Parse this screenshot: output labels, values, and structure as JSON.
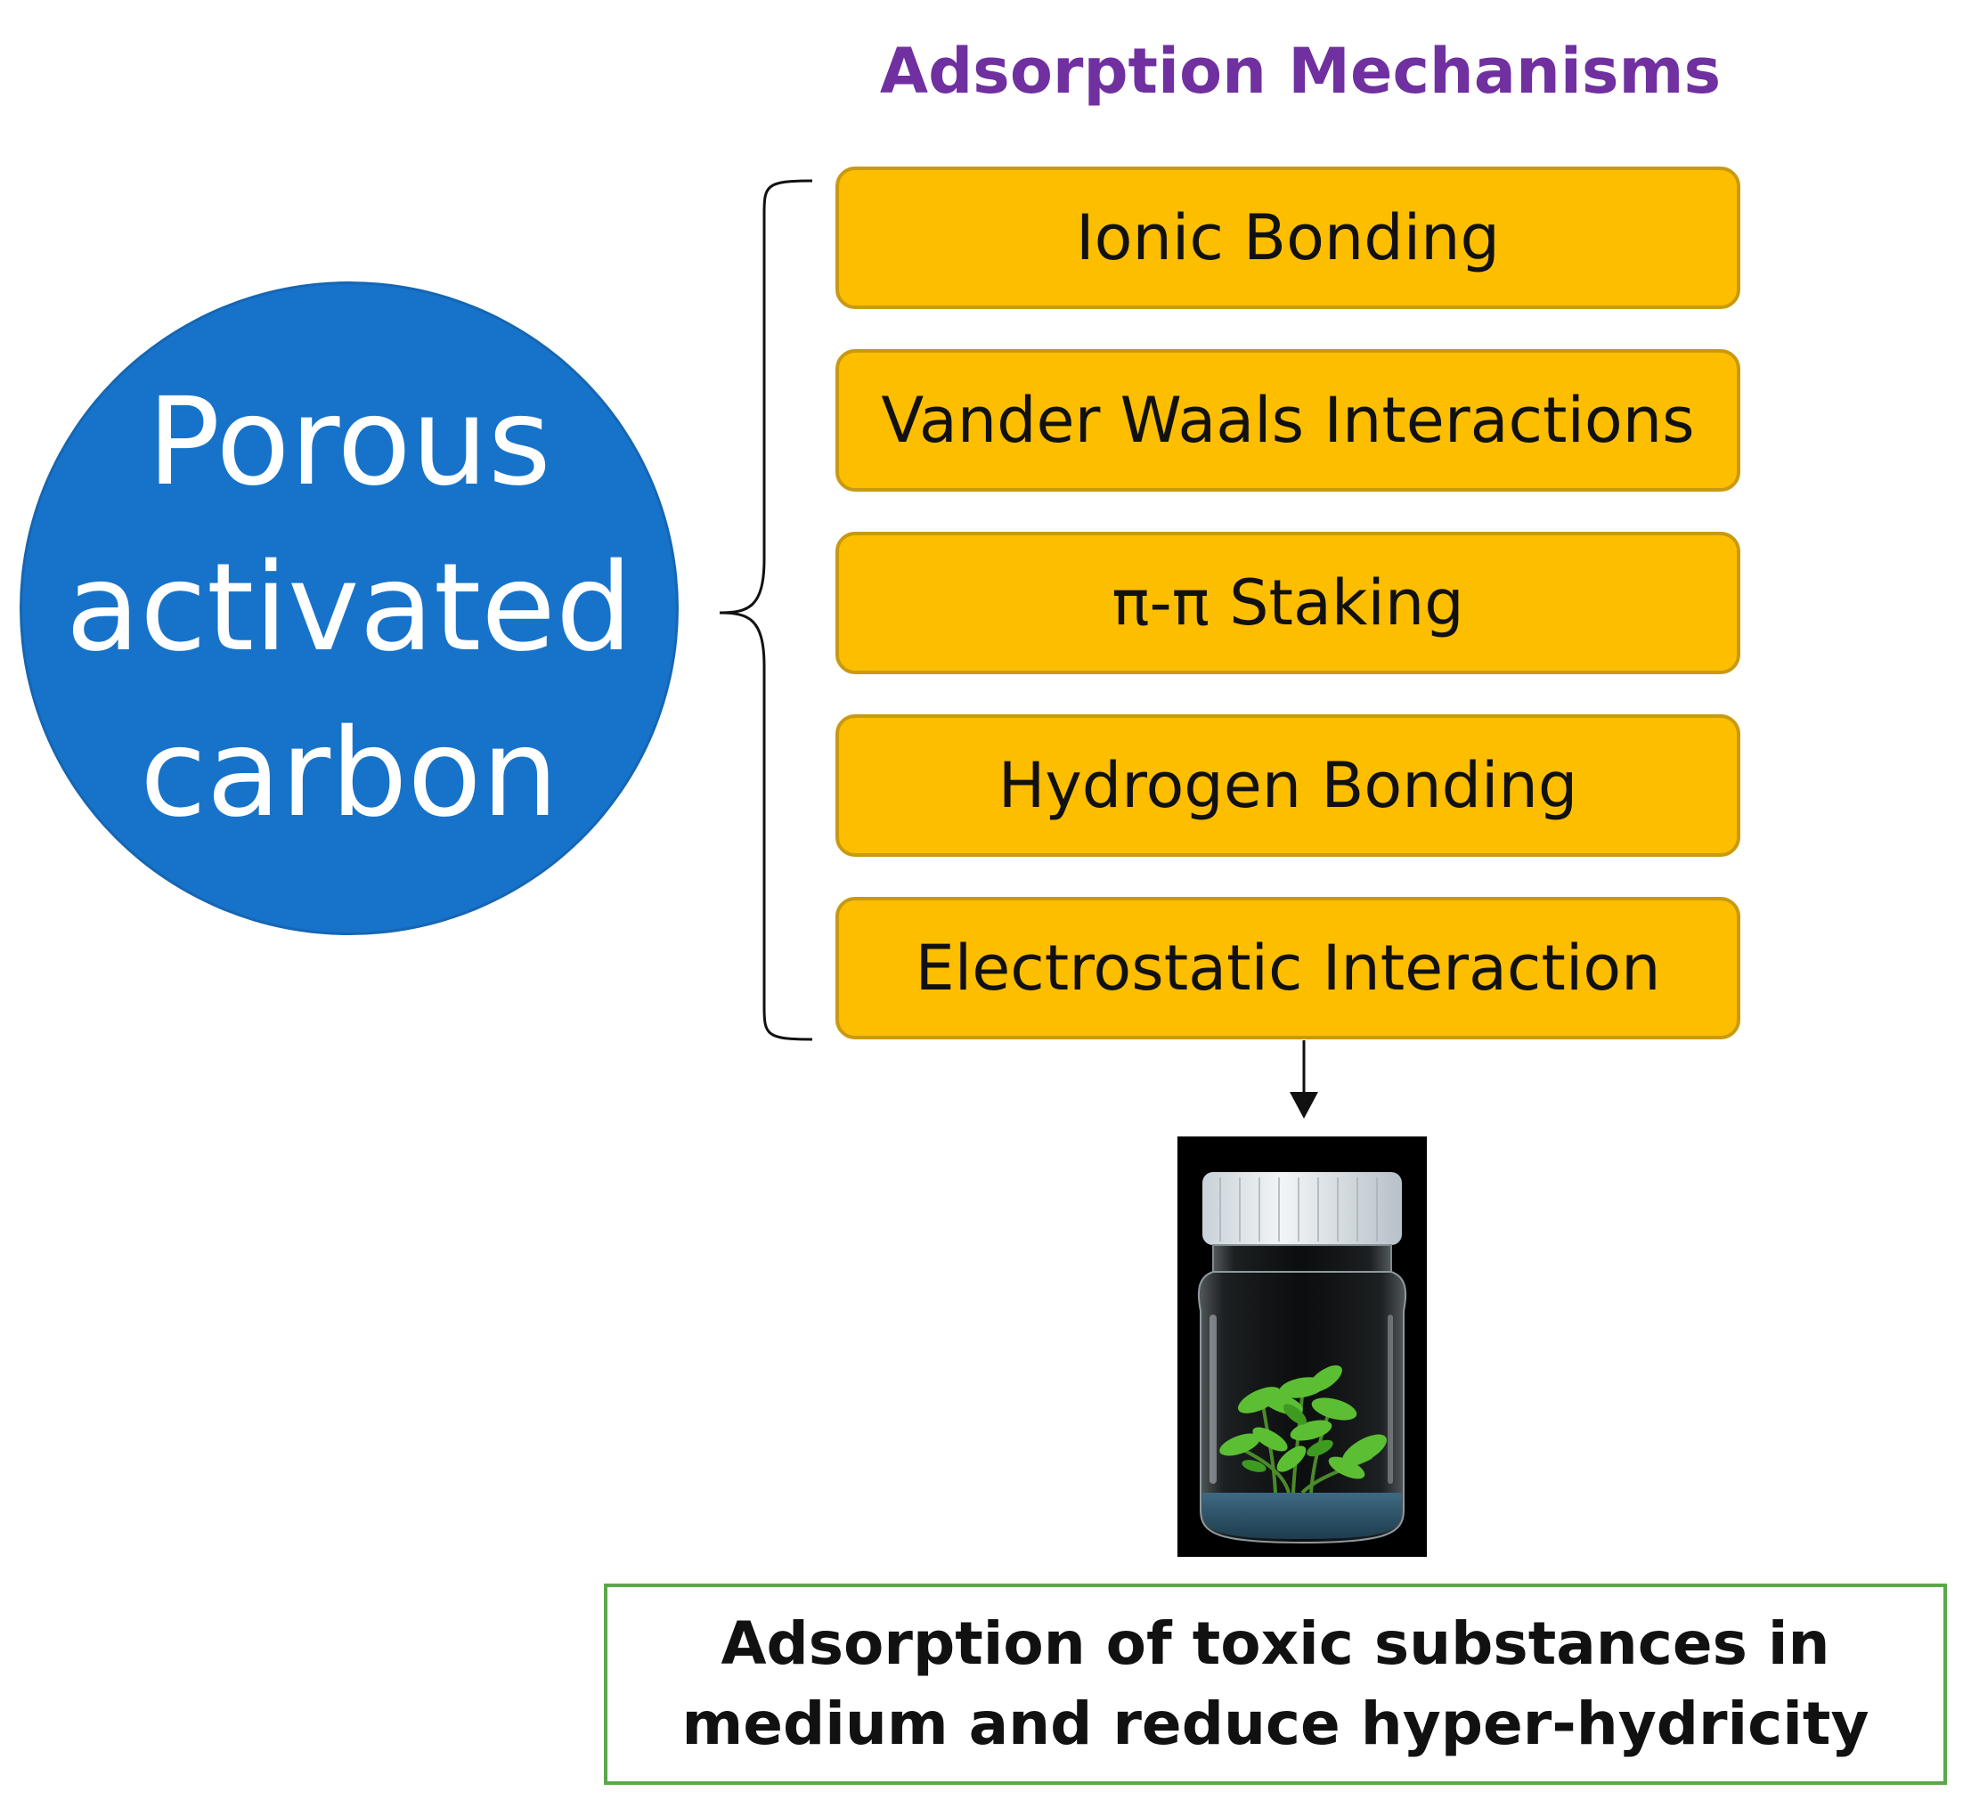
{
  "header": {
    "title": "Adsorption Mechanisms"
  },
  "source": {
    "lines": [
      "Porous",
      "activated",
      "carbon"
    ]
  },
  "mechanisms": [
    {
      "label": "Ionic Bonding"
    },
    {
      "label": "Vander Waals Interactions"
    },
    {
      "label": "π-π Staking"
    },
    {
      "label": "Hydrogen Bonding"
    },
    {
      "label": "Electrostatic Interaction"
    }
  ],
  "result": {
    "text": "Adsorption of toxic substances in\nmedium and reduce hyper-hydricity"
  },
  "colors": {
    "title": "#7030a0",
    "circle": "#1773c9",
    "mechanism_fill": "#fdbe00",
    "mechanism_border": "#c99a10",
    "result_border": "#5aa84a"
  }
}
